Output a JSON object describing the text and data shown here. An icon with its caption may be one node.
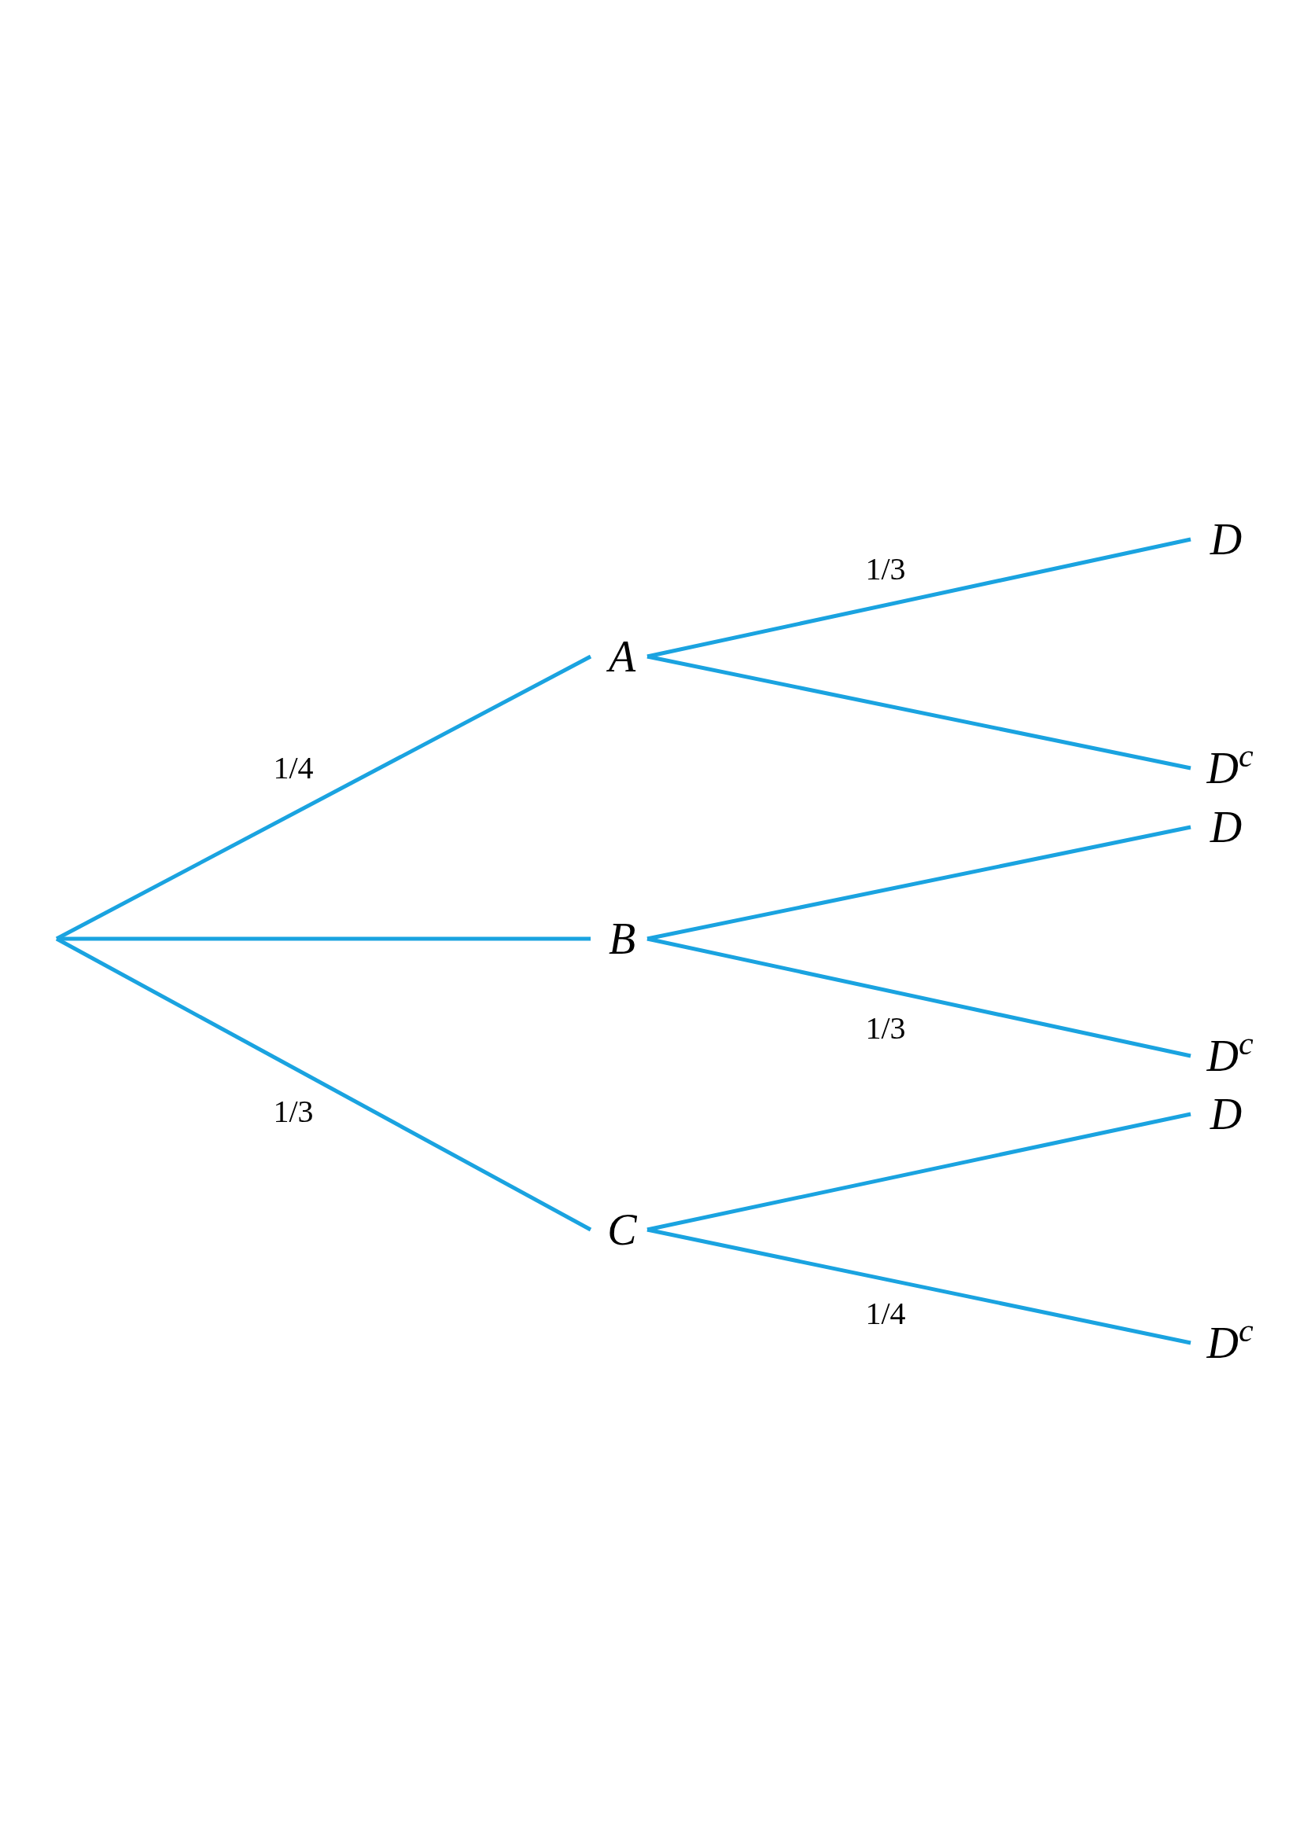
{
  "diagram": {
    "nodes": [
      {
        "text": [
          "A"
        ]
      },
      {
        "text": [
          "B"
        ]
      },
      {
        "text": [
          "C"
        ]
      },
      {
        "text": [
          "D"
        ]
      },
      {
        "text": [
          "D$^{c}$"
        ]
      },
      {
        "text": [
          "D"
        ]
      },
      {
        "text": [
          "D$^{c}$"
        ]
      },
      {
        "text": [
          "D"
        ]
      },
      {
        "text": [
          "D$^{c}$"
        ]
      }
    ],
    "edges": [
      {
        "from": null,
        "to": 0,
        "arrow": "none",
        "label": "1/4"
      },
      {
        "from": null,
        "to": 1,
        "arrow": "none"
      },
      {
        "from": null,
        "to": 2,
        "arrow": "none",
        "label": "1/3"
      },
      {
        "from": 0,
        "to": 3,
        "arrow": "none",
        "label": "1/3"
      },
      {
        "from": 0,
        "to": 4,
        "arrow": "none"
      },
      {
        "from": 1,
        "to": 5,
        "arrow": "none"
      },
      {
        "from": 1,
        "to": 6,
        "arrow": "none",
        "label": "1/3"
      },
      {
        "from": 2,
        "to": 7,
        "arrow": "none"
      },
      {
        "from": 2,
        "to": 8,
        "arrow": "none",
        "label": "1/4"
      }
    ]
  }
}
